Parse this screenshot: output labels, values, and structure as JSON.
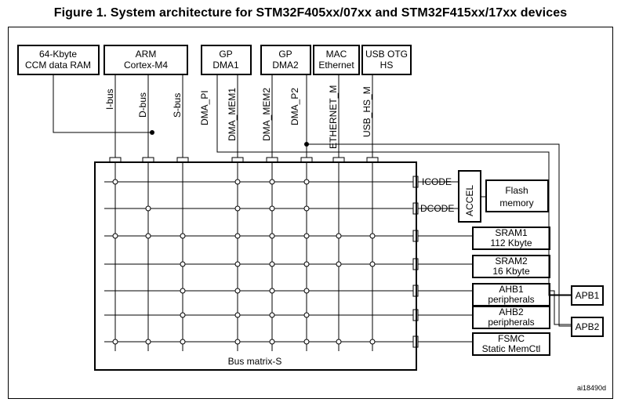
{
  "title": "Figure 1. System architecture for STM32F405xx/07xx and STM32F415xx/17xx devices",
  "masters": {
    "ccm_ram": [
      "64-Kbyte",
      "CCM data RAM"
    ],
    "cortex": [
      "ARM",
      "Cortex-M4"
    ],
    "dma1": [
      "GP",
      "DMA1"
    ],
    "dma2": [
      "GP",
      "DMA2"
    ],
    "mac": [
      "MAC",
      "Ethernet"
    ],
    "usb": [
      "USB OTG",
      "HS"
    ]
  },
  "master_ports": {
    "ibus": "I-bus",
    "dbus": "D-bus",
    "sbus": "S-bus",
    "dma_pi": "DMA_PI",
    "dma_mem1": "DMA_MEM1",
    "dma_mem2": "DMA_MEM2",
    "dma_p2": "DMA_P2",
    "ethernet_m": "ETHERNET_M",
    "usb_hs_m": "USB_HS_M"
  },
  "slave_ports": {
    "icode": "ICODE",
    "dcode": "DCODE"
  },
  "accel": "ACCEL",
  "slaves": {
    "flash": [
      "Flash",
      "memory"
    ],
    "sram1": [
      "SRAM1",
      "112 Kbyte"
    ],
    "sram2": [
      "SRAM2",
      "16 Kbyte"
    ],
    "ahb1": [
      "AHB1",
      "peripherals"
    ],
    "ahb2": [
      "AHB2",
      "peripherals"
    ],
    "fsmc": [
      "FSMC",
      "Static MemCtl"
    ]
  },
  "apb": {
    "apb1": "APB1",
    "apb2": "APB2"
  },
  "bus_matrix": "Bus matrix-S",
  "ref": "ai18490d"
}
